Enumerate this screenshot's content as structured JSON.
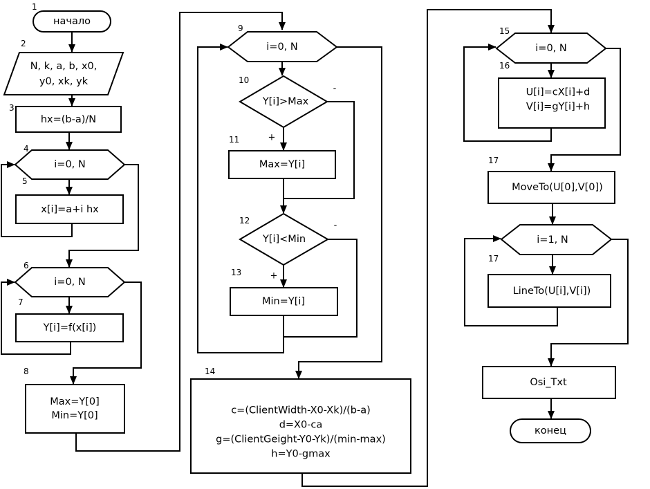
{
  "blocks": {
    "b1": {
      "num": "1",
      "lines": [
        "начало"
      ]
    },
    "b2": {
      "num": "2",
      "lines": [
        "N, k, a, b, x0,",
        "y0, xk, yk"
      ]
    },
    "b3": {
      "num": "3",
      "lines": [
        "hx=(b-a)/N"
      ]
    },
    "b4": {
      "num": "4",
      "lines": [
        "i=0, N"
      ]
    },
    "b5": {
      "num": "5",
      "lines": [
        "x[i]=a+i hx"
      ]
    },
    "b6": {
      "num": "6",
      "lines": [
        "i=0, N"
      ]
    },
    "b7": {
      "num": "7",
      "lines": [
        "Y[i]=f(x[i])"
      ]
    },
    "b8": {
      "num": "8",
      "lines": [
        "Max=Y[0]",
        "Min=Y[0]"
      ]
    },
    "b9": {
      "num": "9",
      "lines": [
        "i=0, N"
      ]
    },
    "b10": {
      "num": "10",
      "lines": [
        "Y[i]>Max"
      ]
    },
    "b11": {
      "num": "11",
      "lines": [
        "Max=Y[i]"
      ]
    },
    "b12": {
      "num": "12",
      "lines": [
        "Y[i]<Min"
      ]
    },
    "b13": {
      "num": "13",
      "lines": [
        "Min=Y[i]"
      ]
    },
    "b14": {
      "num": "14",
      "lines": [
        "c=(ClientWidth-X0-Xk)/(b-a)",
        "d=X0-ca",
        "g=(ClientGeight-Y0-Yk)/(min-max)",
        "h=Y0-gmax"
      ]
    },
    "b15": {
      "num": "15",
      "lines": [
        "i=0, N"
      ]
    },
    "b16": {
      "num": "16",
      "lines": [
        "U[i]=cX[i]+d",
        "V[i]=gY[i]+h"
      ]
    },
    "b17": {
      "num": "17",
      "lines": [
        "MoveTo(U[0],V[0])"
      ]
    },
    "b18": {
      "num": "",
      "lines": [
        "i=1, N"
      ]
    },
    "b19": {
      "num": "17",
      "lines": [
        "LineTo(U[i],V[i])"
      ]
    },
    "b20": {
      "num": "",
      "lines": [
        "Osi_Txt"
      ]
    },
    "b21": {
      "num": "",
      "lines": [
        "конец"
      ]
    }
  },
  "branch_labels": {
    "b10_yes": "+",
    "b10_no": "-",
    "b12_yes": "+",
    "b12_no": "-"
  }
}
